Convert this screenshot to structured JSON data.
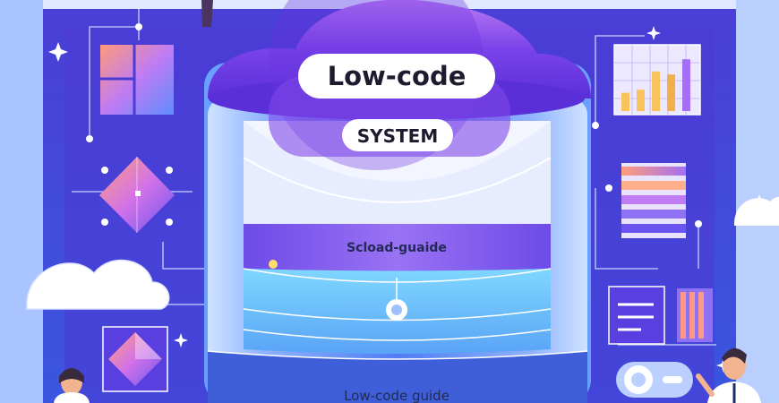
{
  "labels": {
    "title": "Low-code",
    "subtitle": "SYSTEM",
    "band_label": "Scload-guaide",
    "footer_label": "Low-code guide"
  },
  "colors": {
    "frame_outer": "#3d3acc",
    "frame_inner": "#6a4fe0",
    "background_light": "#e6eeff",
    "dome_purple": "#7a3fe6",
    "cylinder_blue": "#4f7cf2",
    "accent_yellow": "#f3c44a",
    "accent_pink": "#ff8a8a"
  },
  "bar_chart": {
    "values": [
      0.3,
      0.35,
      0.65,
      0.6,
      0.85
    ]
  }
}
